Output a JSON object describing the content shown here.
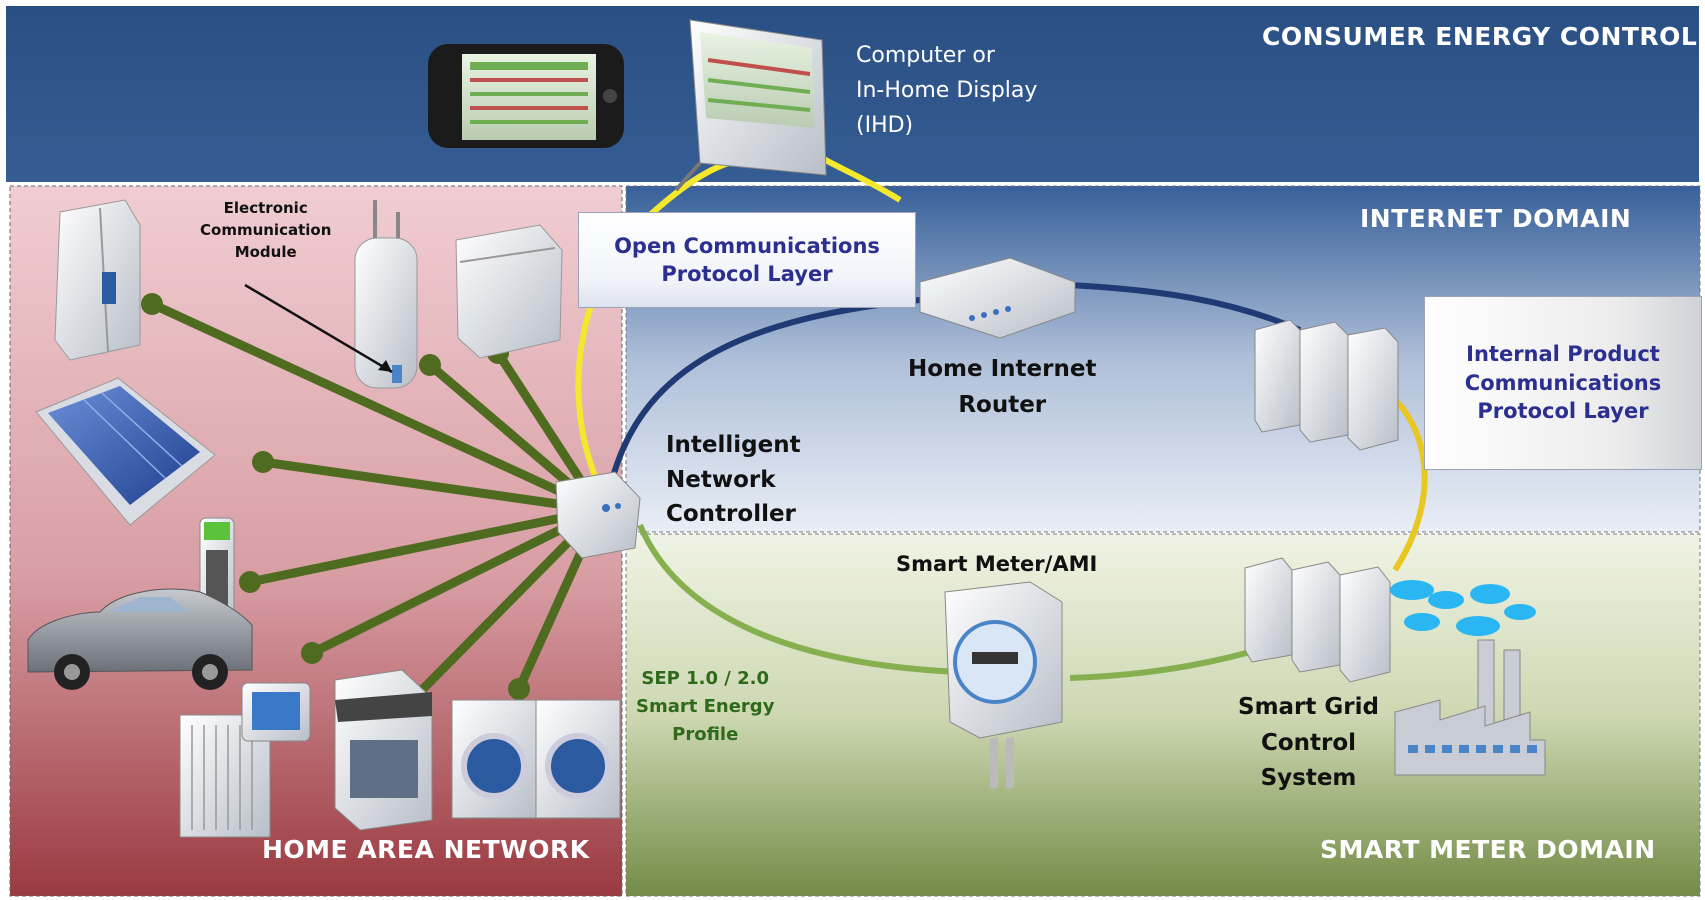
{
  "zones": {
    "consumer_energy_control": "CONSUMER ENERGY CONTROL",
    "internet_domain": "INTERNET DOMAIN",
    "home_area_network": "HOME AREA NETWORK",
    "smart_meter_domain": "SMART METER DOMAIN"
  },
  "labels": {
    "ihd": [
      "Computer or",
      "In-Home Display",
      "(IHD)"
    ],
    "open_protocol": [
      "Open Communications",
      "Protocol Layer"
    ],
    "internal_protocol": [
      "Internal Product",
      "Communications",
      "Protocol Layer"
    ],
    "home_router": [
      "Home Internet",
      "Router"
    ],
    "network_controller": [
      "Intelligent",
      "Network",
      "Controller"
    ],
    "smart_meter": "Smart Meter/AMI",
    "smart_grid": [
      "Smart Grid",
      "Control",
      "System"
    ],
    "sep_profile": [
      "SEP 1.0 / 2.0",
      "Smart Energy",
      "Profile"
    ],
    "ecm": [
      "Electronic",
      "Communication",
      "Module"
    ]
  },
  "colors": {
    "consumer_band": "#2c5285",
    "han_zone": "#c98d92",
    "internet_zone": "#b9c9de",
    "meter_zone": "#c9d4ad",
    "yellow_link": "#f0e62a",
    "navy_link": "#1f3a74",
    "green_link": "#7ea84a",
    "spoke": "#4e6b1f"
  },
  "icons": [
    "smartphone-icon",
    "ihd-monitor-icon",
    "refrigerator-icon",
    "water-heater-icon",
    "dishwasher-icon",
    "solar-panel-icon",
    "ev-charger-icon",
    "car-icon",
    "hvac-unit-icon",
    "thermostat-icon",
    "stove-icon",
    "washer-dryer-icon",
    "network-controller-icon",
    "router-icon",
    "server-icon",
    "smart-meter-icon",
    "cloud-icon",
    "factory-icon"
  ]
}
